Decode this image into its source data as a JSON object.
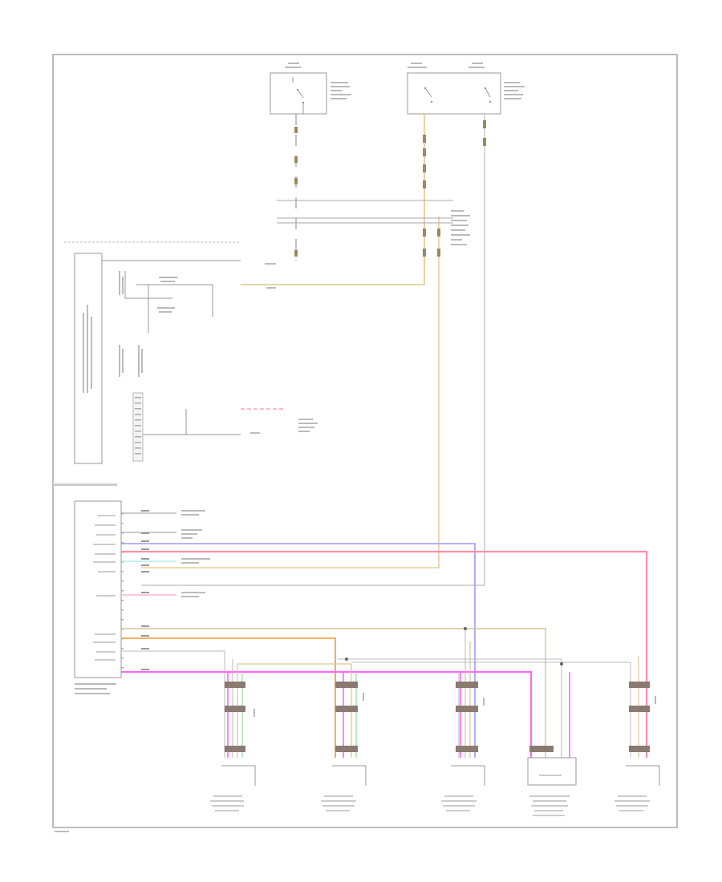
{
  "diagram": {
    "footer_tag": "",
    "colors": {
      "frame": "#999999",
      "line": "#888888",
      "yellow": "#e7cf9a",
      "tan": "#d9c49a",
      "blue": "#9999ff",
      "red": "#ff8fa8",
      "magenta": "#ff66ff",
      "orange": "#f2a64a",
      "green": "#9ad99a",
      "cyan": "#8fe3e3"
    },
    "section_labels": [
      {
        "id": "upper",
        "text": ""
      },
      {
        "id": "lower",
        "text": ""
      }
    ],
    "modules": [
      {
        "id": "m-fog-front-left",
        "caption": ""
      },
      {
        "id": "m-fog-rear-left",
        "caption": ""
      },
      {
        "id": "m-fog-front-right",
        "caption": ""
      },
      {
        "id": "m-center",
        "caption": ""
      },
      {
        "id": "m-fog-rear-right",
        "caption": ""
      }
    ]
  }
}
